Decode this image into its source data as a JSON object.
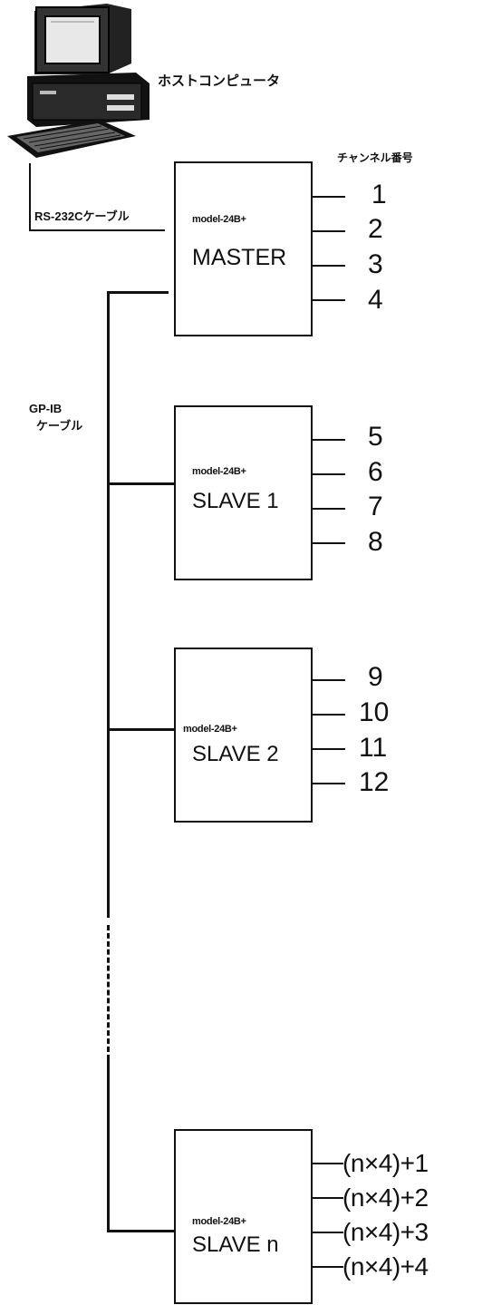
{
  "labels": {
    "host_computer": "ホストコンピュータ",
    "channel_number": "チャンネル番号",
    "rs232c_cable": "RS-232Cケーブル",
    "gpib_line1": "GP-IB",
    "gpib_line2": "ケーブル"
  },
  "units": [
    {
      "model": "model-24B+",
      "name": "MASTER",
      "channels": [
        "1",
        "2",
        "3",
        "4"
      ]
    },
    {
      "model": "model-24B+",
      "name": "SLAVE 1",
      "channels": [
        "5",
        "6",
        "7",
        "8"
      ]
    },
    {
      "model": "model-24B+",
      "name": "SLAVE 2",
      "channels": [
        "9",
        "10",
        "11",
        "12"
      ]
    },
    {
      "model": "model-24B+",
      "name": "SLAVE n",
      "channels": [
        "(n×4)+1",
        "(n×4)+2",
        "(n×4)+3",
        "(n×4)+4"
      ]
    }
  ],
  "icons": {
    "computer": "desktop-computer-icon"
  }
}
